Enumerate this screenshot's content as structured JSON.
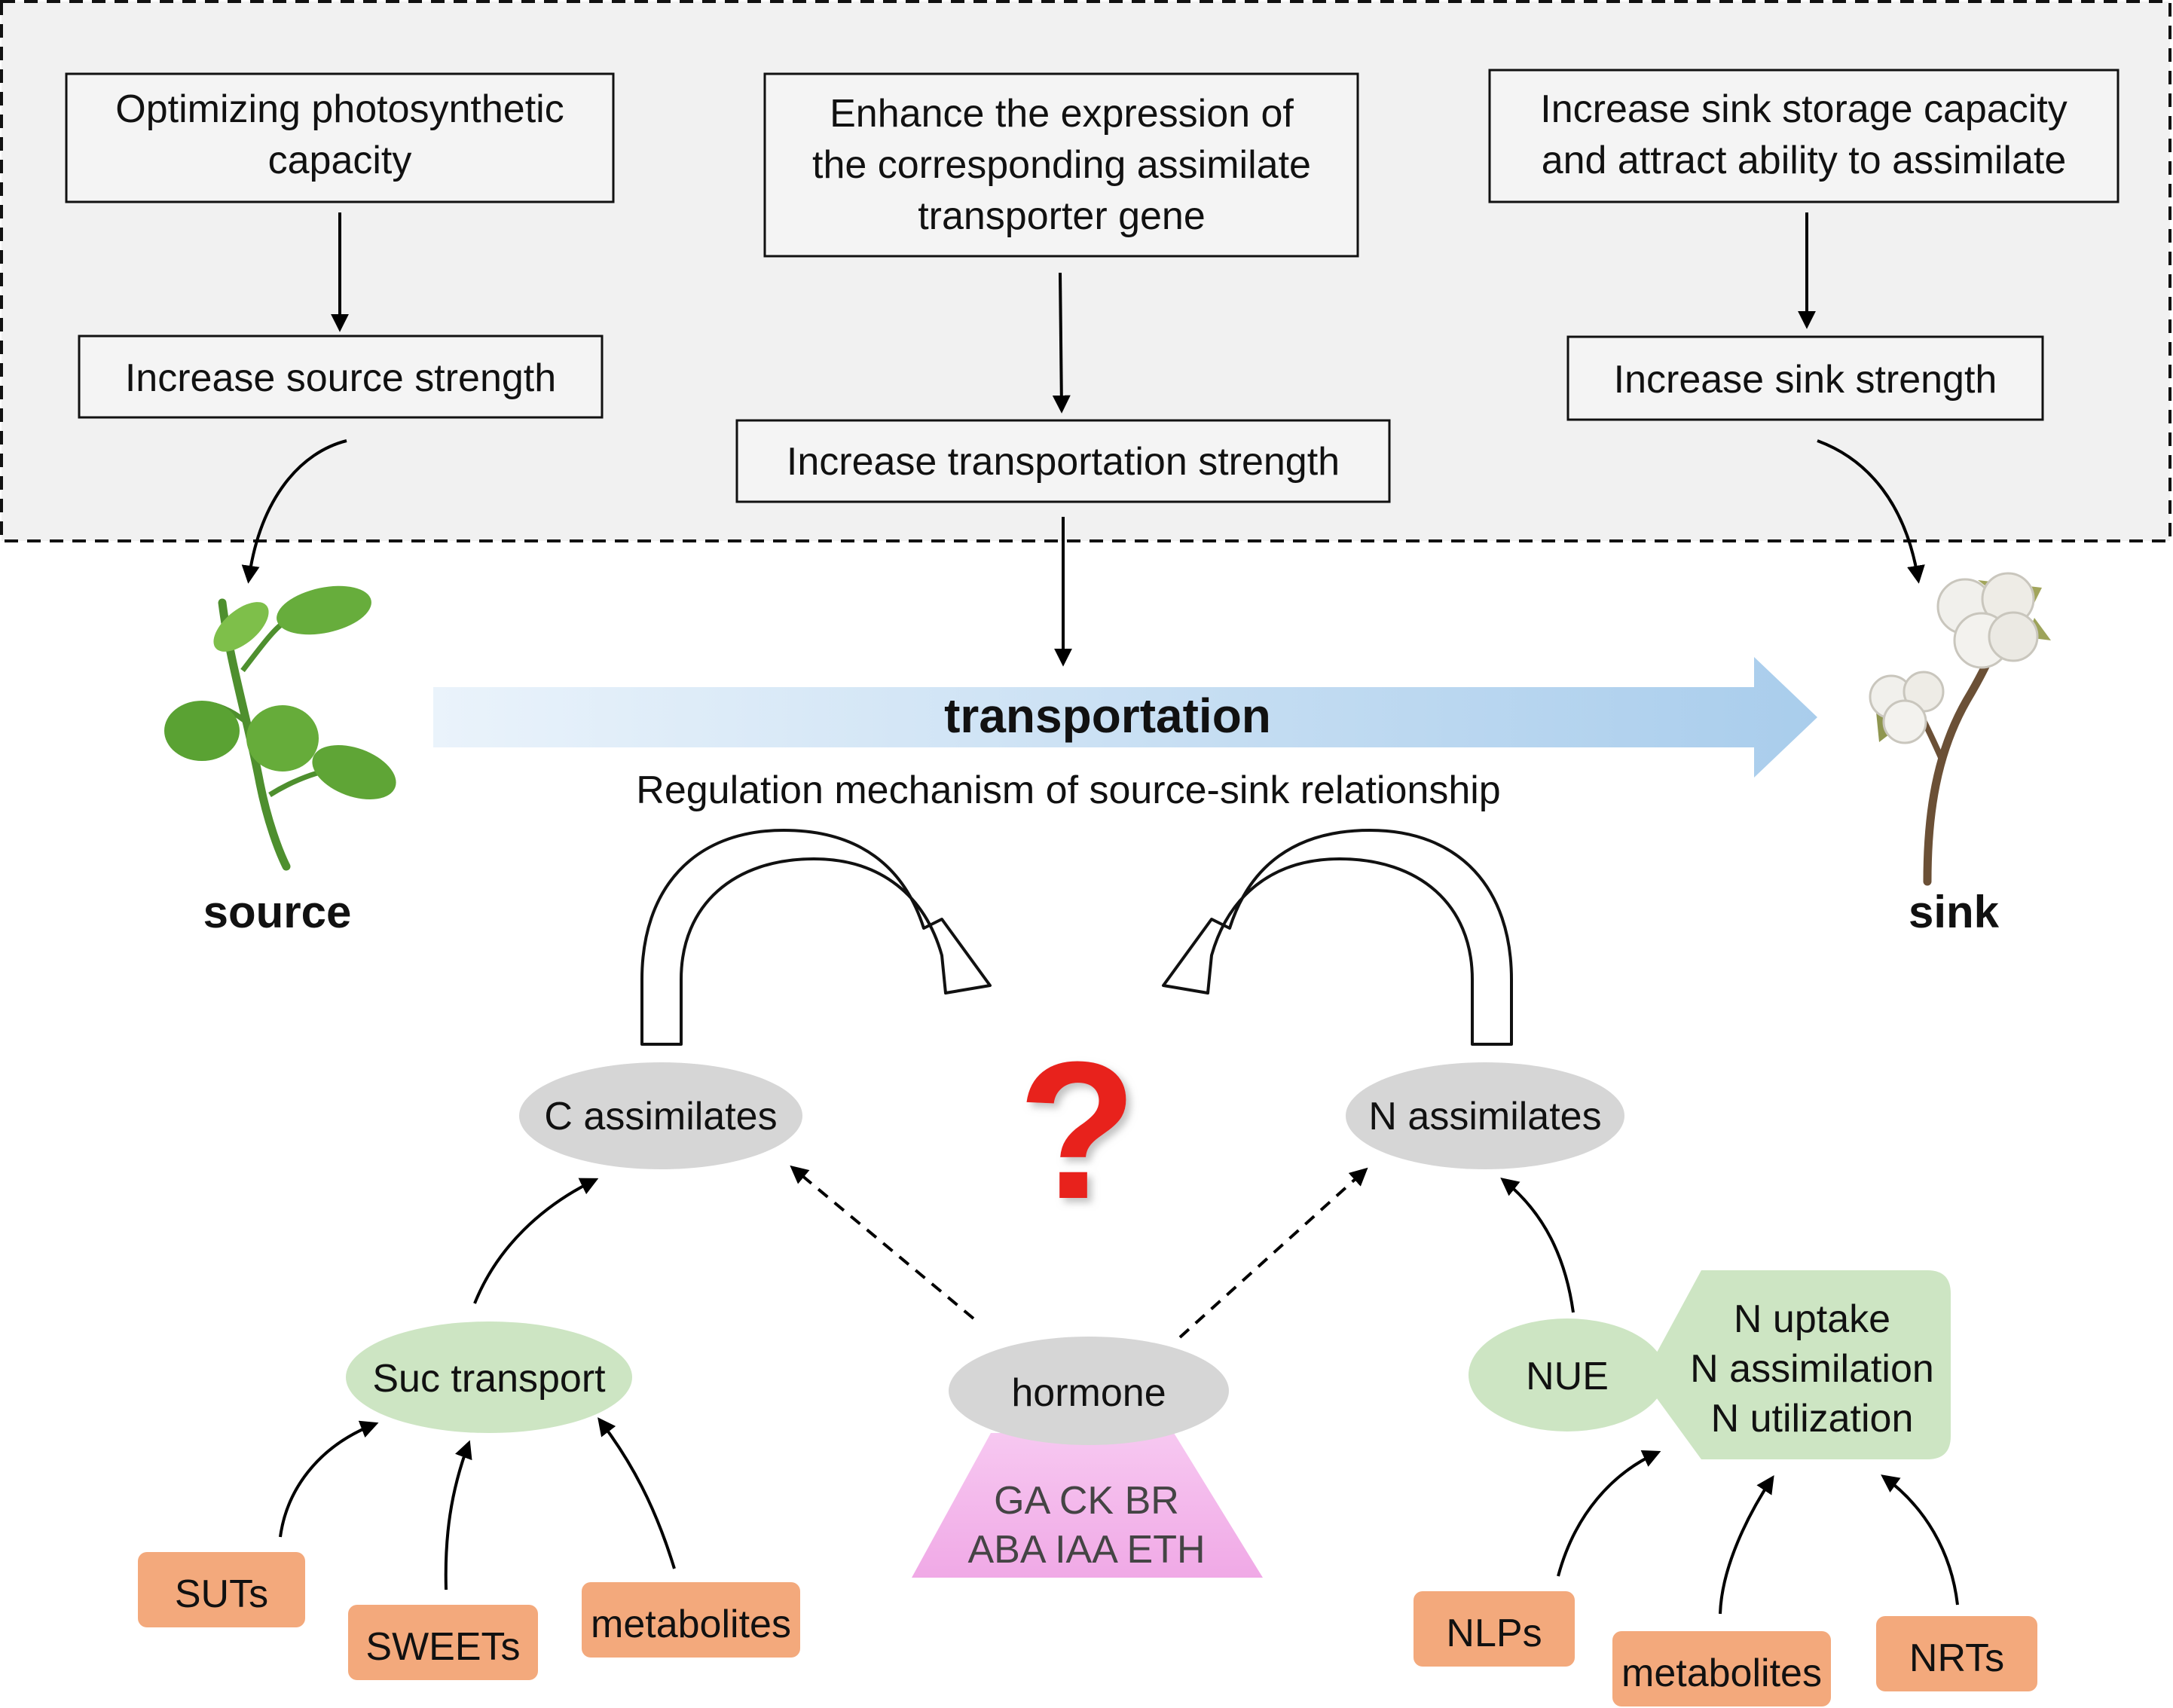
{
  "top_boxes": {
    "photosynthesis": [
      "Optimizing photosynthetic",
      "capacity"
    ],
    "source_strength": "Increase source strength",
    "expression": [
      "Enhance the expression of",
      "the corresponding assimilate",
      "transporter gene"
    ],
    "transport_strength": "Increase transportation strength",
    "sink_capacity": [
      "Increase sink storage capacity",
      "and attract ability to assimilate"
    ],
    "sink_strength": "Increase sink strength"
  },
  "flow": {
    "arrow_label": "transportation",
    "regulation": "Regulation mechanism of source-sink relationship"
  },
  "ends": {
    "source": "source",
    "sink": "sink"
  },
  "question_mark": "?",
  "assimilates": {
    "carbon": "C assimilates",
    "nitrogen": "N assimilates"
  },
  "hormone": {
    "label": "hormone",
    "line1": "GA CK BR",
    "line2": "ABA IAA ETH"
  },
  "carbon_branch": {
    "suc": "Suc transport",
    "inputs": [
      "SUTs",
      "SWEETs",
      "metabolites"
    ]
  },
  "nitrogen_branch": {
    "nue": "NUE",
    "processes": [
      "N uptake",
      "N assimilation",
      "N utilization"
    ],
    "inputs": [
      "NLPs",
      "metabolites",
      "NRTs"
    ]
  },
  "colors": {
    "panel": "#f1f1f1",
    "oval_grey": "#d6d6d6",
    "oval_green": "#cde5c3",
    "box_orange": "#f3a97c",
    "hormone_pink": "#f4b8ec",
    "arrow_blue": "#a9cdec",
    "question_red": "#e8201f"
  }
}
